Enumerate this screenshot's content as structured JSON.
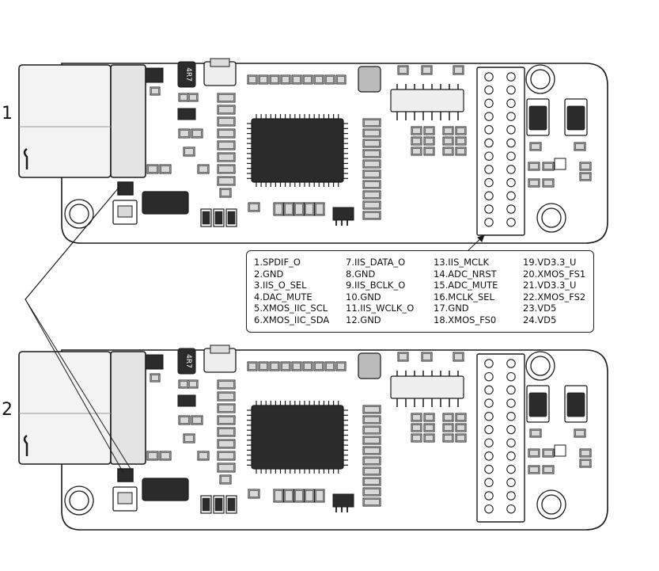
{
  "boards": [
    {
      "label": "1"
    },
    {
      "label": "2"
    }
  ],
  "chips": {
    "inductor_top": "4R7",
    "inductor_bottom": "4R7"
  },
  "pinout": {
    "columns": [
      [
        "1.SPDIF_O",
        "2.GND",
        "3.IIS_O_SEL",
        "4.DAC_MUTE",
        "5.XMOS_IIC_SCL",
        "6.XMOS_IIC_SDA"
      ],
      [
        "7.IIS_DATA_O",
        "8.GND",
        "9.IIS_BCLK_O",
        "10.GND",
        "11.IIS_WCLK_O",
        "12.GND"
      ],
      [
        "13.IIS_MCLK",
        "14.ADC_NRST",
        "15.ADC_MUTE",
        "16.MCLK_SEL",
        "17.GND",
        "18.XMOS_FS0"
      ],
      [
        "19.VD3.3_U",
        "20.XMOS_FS1",
        "21.VD3.3_U",
        "22.XMOS_FS2",
        "23.VD5",
        "24.VD5"
      ]
    ]
  },
  "colors": {
    "board_fill": "#ffffff",
    "outline": "#1a1a1a",
    "chip_dark": "#2b2b2b",
    "component_gray": "#d9d9d9"
  }
}
